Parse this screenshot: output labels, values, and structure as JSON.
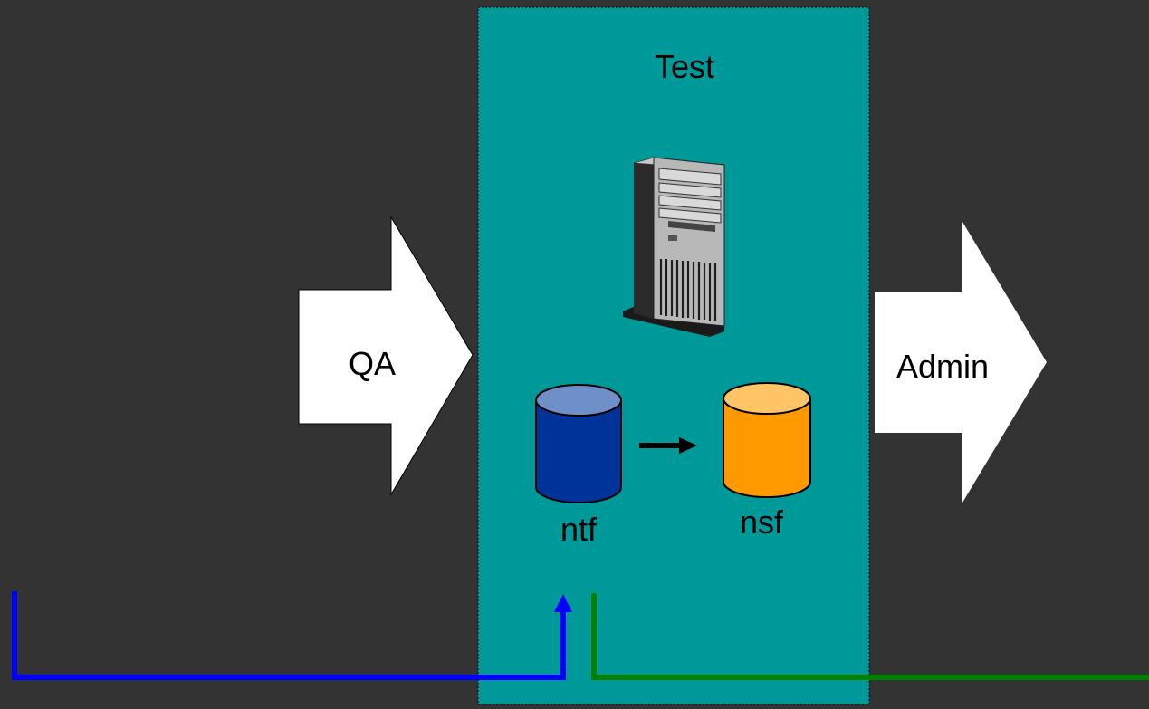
{
  "diagram": {
    "stage_title": "Test",
    "incoming_arrow_label": "QA",
    "outgoing_arrow_label": "Admin",
    "template_db_label": "ntf",
    "database_label": "nsf",
    "icons": {
      "server": "server-tower-icon",
      "template_db": "database-cylinder-icon",
      "database": "database-cylinder-icon",
      "convert": "right-arrow-icon"
    },
    "colors": {
      "background": "#333333",
      "stage_panel": "#009999",
      "template_db": "#003399",
      "template_db_top": "#6f8fc8",
      "database": "#ff9900",
      "database_top": "#ffc466",
      "feedback_line": "#0000ff",
      "forward_line": "#008000",
      "arrow_fill": "#ffffff"
    }
  }
}
